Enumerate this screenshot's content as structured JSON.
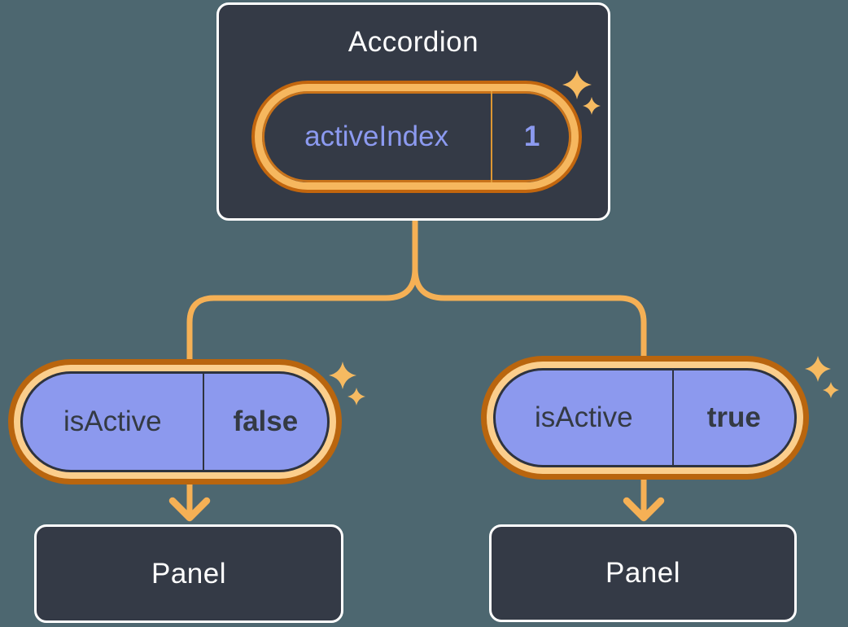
{
  "diagram": {
    "description": "React component tree diagram: Accordion holds state and passes props to two Panels",
    "root": {
      "title": "Accordion",
      "state": {
        "name": "activeIndex",
        "value": "1"
      }
    },
    "children": [
      {
        "prop_name": "isActive",
        "prop_value": "false",
        "panel_label": "Panel"
      },
      {
        "prop_name": "isActive",
        "prop_value": "true",
        "panel_label": "Panel"
      }
    ]
  },
  "icons": {
    "sparkle": "four-point-star",
    "arrow": "chevron-down-arrow"
  },
  "colors": {
    "background": "#4D6770",
    "box_fill": "#343A46",
    "box_border": "#FFFFFF",
    "box_text": "#FFFFFF",
    "connector": "#F5B055",
    "ring_light_orange": "#F6B75E",
    "ring_cream": "#FBCE8C",
    "ring_dark_orange": "#C2660E",
    "pill_purple": "#8C99EE",
    "pill_dark_text": "#343A43",
    "state_text_purple": "#8C9AF0",
    "sparkle": "#F6BA61"
  }
}
